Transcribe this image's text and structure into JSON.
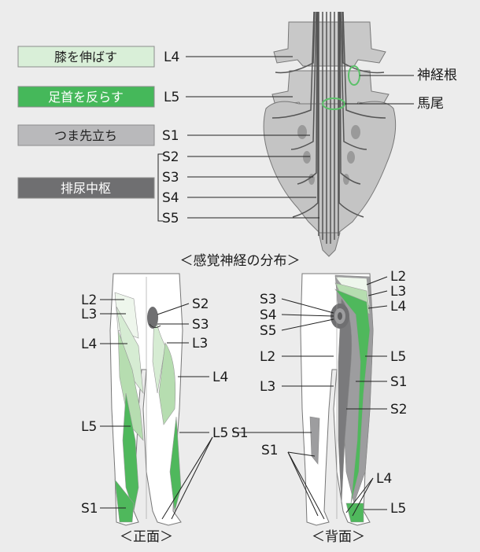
{
  "functions": {
    "knee": "膝を伸ばす",
    "ankle": "足首を反らす",
    "tiptoe": "つま先立ち",
    "urination": "排尿中枢"
  },
  "spine_levels": {
    "l4": "L4",
    "l5": "L5",
    "s1": "S1",
    "s2": "S2",
    "s3": "S3",
    "s4": "S4",
    "s5": "S5"
  },
  "callouts": {
    "nerve_root": "神経根",
    "cauda_equina": "馬尾"
  },
  "sensory_title": "＜感覚神経の分布＞",
  "front_view": {
    "caption": "＜正面＞",
    "labels": {
      "l2": "L2",
      "l3": "L3",
      "l4": "L4",
      "l5": "L5",
      "s1": "S1",
      "s2": "S2",
      "s3": "S3",
      "l3_right": "L3",
      "l4_right": "L4",
      "l5_right": "L5"
    }
  },
  "back_view": {
    "caption": "＜背面＞",
    "labels": {
      "s3": "S3",
      "s4": "S4",
      "s5": "S5",
      "l2": "L2",
      "l3": "L3",
      "s1": "S1",
      "l2_right": "L2",
      "l3_right": "L3",
      "l4_right": "L4",
      "l5_right": "L5",
      "s1_right": "S1",
      "s2_right": "S2",
      "l4_lower": "L4",
      "l5_lower": "L5"
    }
  },
  "colors": {
    "background": "#ececec",
    "knee_box": "#d9efd8",
    "ankle_box": "#45b85a",
    "tiptoe_box": "#b9b9bb",
    "urination_box": "#6f6f71",
    "green_outline": "#5cc06a",
    "l2_zone": "#eef6ec",
    "l3_zone": "#d6ecd3",
    "l4_zone": "#b6ddb0",
    "l5_zone": "#4fb85c",
    "s1_zone": "#9d9d9f",
    "s2_zone": "#7a7a7c",
    "s3_zone": "#5e5e60",
    "bone": "#c9c9c9"
  }
}
